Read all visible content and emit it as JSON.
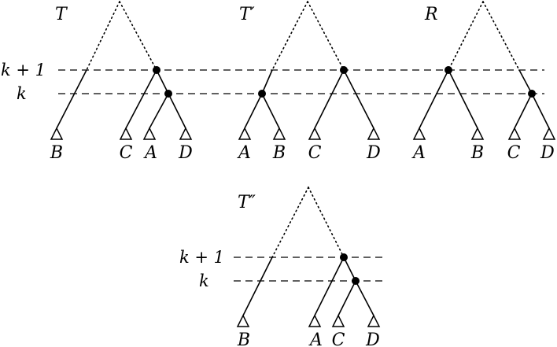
{
  "trees": [
    {
      "title": "T",
      "leaves": [
        "B",
        "C",
        "A",
        "D"
      ]
    },
    {
      "title": "T′",
      "leaves": [
        "A",
        "B",
        "C",
        "D"
      ]
    },
    {
      "title": "R",
      "leaves": [
        "A",
        "B",
        "C",
        "D"
      ]
    },
    {
      "title": "T″",
      "leaves": [
        "B",
        "A",
        "C",
        "D"
      ]
    }
  ],
  "levels": {
    "upper": "k + 1",
    "lower": "k"
  },
  "levels_bottom": {
    "upper": "k + 1",
    "lower": "k"
  },
  "colors": {
    "ink": "#000000",
    "background": "#ffffff"
  }
}
